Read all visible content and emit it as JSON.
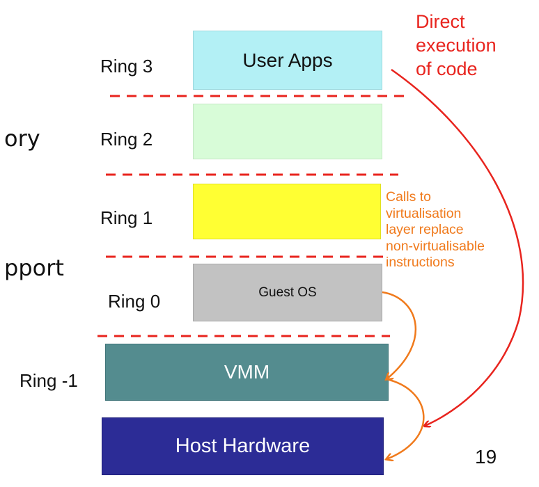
{
  "cut_text": [
    "ory",
    "pport"
  ],
  "rings": [
    {
      "label": "Ring 3",
      "box_text": "User Apps",
      "color": "#b3f0f5"
    },
    {
      "label": "Ring 2",
      "box_text": "",
      "color": "#d8fcd8"
    },
    {
      "label": "Ring 1",
      "box_text": "",
      "color": "#ffff33"
    },
    {
      "label": "Ring 0",
      "box_text": "Guest OS",
      "color": "#c2c2c2"
    },
    {
      "label": "Ring -1",
      "box_text": "VMM",
      "color": "#548c8f"
    },
    {
      "label": "",
      "box_text": "Host Hardware",
      "color": "#2c2c96"
    }
  ],
  "notes": {
    "direct_execution": [
      "Direct",
      "execution",
      "of code"
    ],
    "calls": [
      "Calls to",
      "virtualisation",
      "layer replace",
      "non-virtualisable",
      "instructions"
    ]
  },
  "page_number": "19",
  "colors": {
    "separator": "#e8241e",
    "direct_arrow": "#e8241e",
    "calls_arrow": "#f07a1c"
  }
}
